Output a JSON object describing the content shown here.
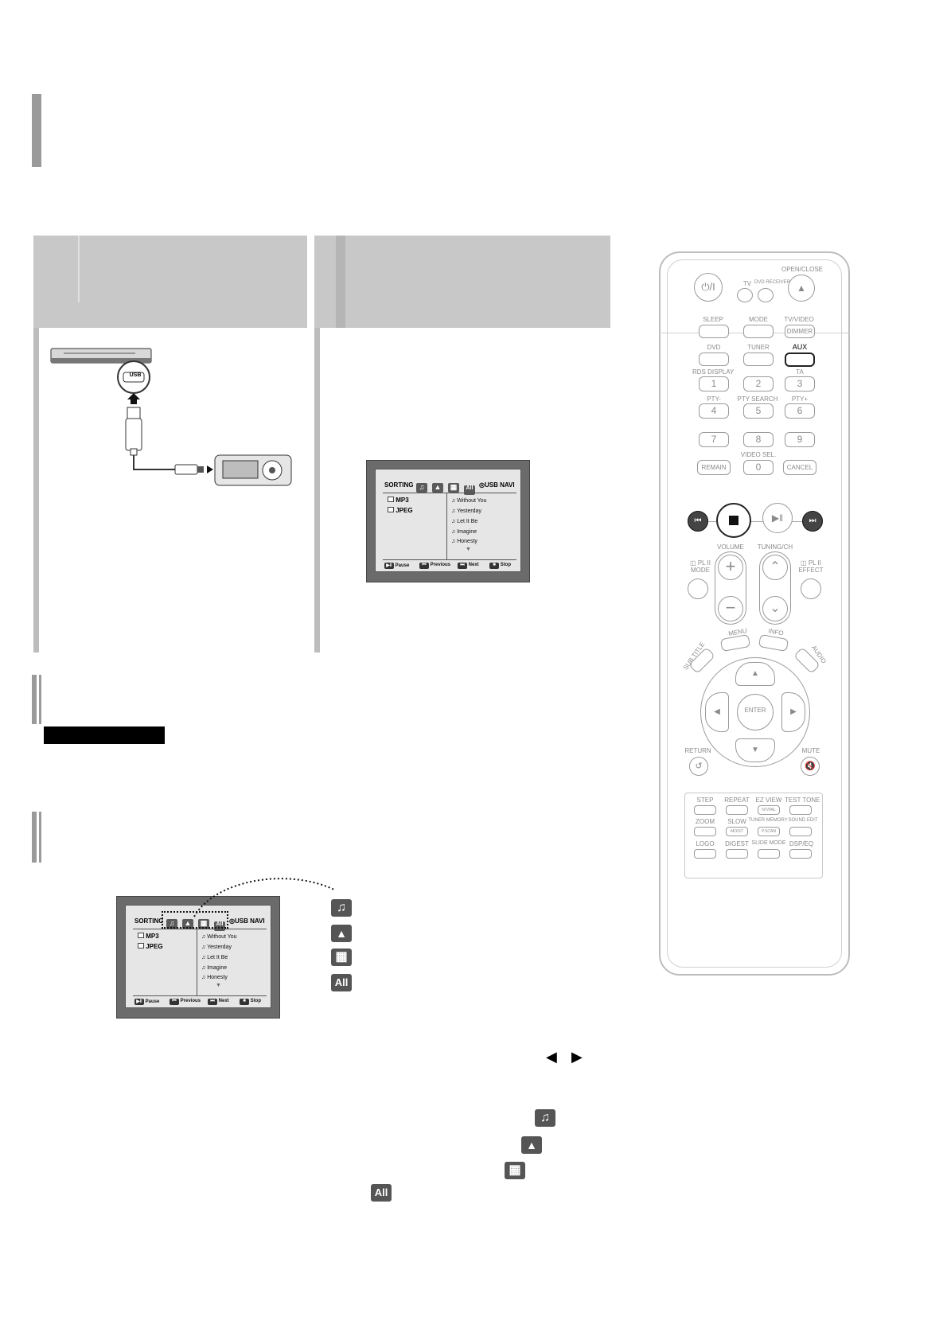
{
  "osd": {
    "sorting": "SORTING",
    "usb_navi": "USB NAVI",
    "all_label": "All",
    "folders": [
      "MP3",
      "JPEG"
    ],
    "tracks": [
      "Without You",
      "Yesterday",
      "Let It Be",
      "Imagine",
      "Honesty"
    ],
    "footer": {
      "pause": "Pause",
      "previous": "Previous",
      "next": "Next",
      "stop": "Stop"
    }
  },
  "usb_icon_label": "USB",
  "remote": {
    "power": "⏻/I",
    "tv": "TV",
    "dvd_receiver": "DVD RECEIVER",
    "open_close": "OPEN/CLOSE",
    "sleep": "SLEEP",
    "mode": "MODE",
    "tv_video": "TV/VIDEO",
    "dimmer": "DIMMER",
    "dvd": "DVD",
    "tuner": "TUNER",
    "aux": "AUX",
    "rds_display": "RDS DISPLAY",
    "ta": "TA",
    "pty_minus": "PTY-",
    "pty_search": "PTY SEARCH",
    "pty_plus": "PTY+",
    "video_sel": "VIDEO SEL.",
    "remain": "REMAIN",
    "cancel": "CANCEL",
    "digits": [
      "1",
      "2",
      "3",
      "4",
      "5",
      "6",
      "7",
      "8",
      "9",
      "0"
    ],
    "volume": "VOLUME",
    "tuning_ch": "TUNING/CH",
    "pl_ii_mode": "PL II",
    "mode_lbl": "MODE",
    "pl_ii_effect": "PL II",
    "effect_lbl": "EFFECT",
    "menu": "MENU",
    "info": "INFO",
    "sub_title": "SUB TITLE",
    "audio": "AUDIO",
    "enter": "ENTER",
    "return": "RETURN",
    "mute": "MUTE",
    "step": "STEP",
    "repeat": "REPEAT",
    "ez_view": "EZ VIEW",
    "test_tone": "TEST TONE",
    "ntsc_pal": "NT/PAL",
    "zoom": "ZOOM",
    "slow": "SLOW",
    "tuner_memory": "TUNER MEMORY",
    "sound_edit": "SOUND EDIT",
    "mo_st": "MO/ST",
    "p_scan": "P.SCAN",
    "logo": "LOGO",
    "digest": "DIGEST",
    "slide_mode": "SLIDE MODE",
    "dsp_eq": "DSP/EQ"
  },
  "legend_all": "All",
  "colors": {
    "panel": "#c8c8c8",
    "bar": "#9a9a9a",
    "osd_frame": "#6b6b6b"
  }
}
